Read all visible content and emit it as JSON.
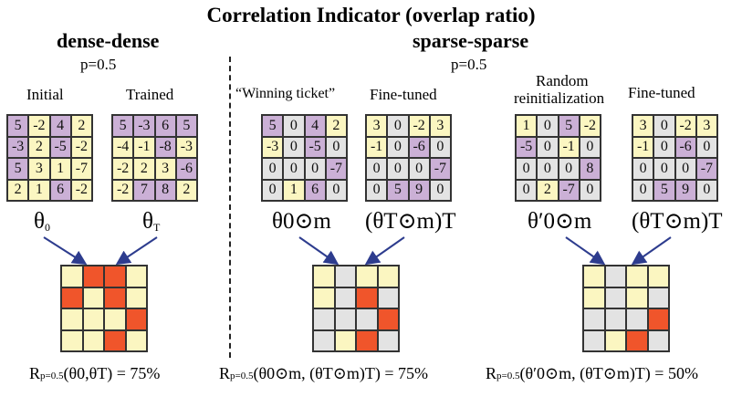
{
  "title": "Correlation Indicator (overlap ratio)",
  "colors": {
    "purple": "#CBB0D6",
    "yellow": "#FBF6C1",
    "gray": "#E3E3E3",
    "orange": "#F0552B",
    "arrow": "#2D3C8E"
  },
  "dense": {
    "heading": "dense-dense",
    "p": "p=0.5",
    "initial": {
      "label": "Initial",
      "values": [
        [
          "5",
          "-2",
          "4",
          "2"
        ],
        [
          "-3",
          "2",
          "-5",
          "-2"
        ],
        [
          "5",
          "3",
          "1",
          "-7"
        ],
        [
          "2",
          "1",
          "6",
          "-2"
        ]
      ],
      "colors": [
        [
          "P",
          "Y",
          "P",
          "Y"
        ],
        [
          "P",
          "Y",
          "P",
          "Y"
        ],
        [
          "P",
          "Y",
          "Y",
          "Y"
        ],
        [
          "Y",
          "Y",
          "P",
          "Y"
        ]
      ]
    },
    "trained": {
      "label": "Trained",
      "values": [
        [
          "5",
          "-3",
          "6",
          "5"
        ],
        [
          "-4",
          "-1",
          "-8",
          "-3"
        ],
        [
          "-2",
          "2",
          "3",
          "-6"
        ],
        [
          "-2",
          "7",
          "8",
          "2"
        ]
      ],
      "colors": [
        [
          "P",
          "P",
          "P",
          "P"
        ],
        [
          "Y",
          "Y",
          "P",
          "Y"
        ],
        [
          "Y",
          "Y",
          "Y",
          "P"
        ],
        [
          "Y",
          "P",
          "P",
          "Y"
        ]
      ]
    },
    "sym_left": "θ",
    "sym_left_sub": "0",
    "sym_right": "θ",
    "sym_right_sub": "T",
    "overlap": [
      [
        "Y",
        "O",
        "O",
        "Y"
      ],
      [
        "O",
        "Y",
        "O",
        "Y"
      ],
      [
        "Y",
        "Y",
        "Y",
        "O"
      ],
      [
        "Y",
        "Y",
        "O",
        "Y"
      ]
    ],
    "formula": "R(θ0,θT) = 75%",
    "formula_R": "R",
    "formula_sub": "p=0.5",
    "formula_args": "(θ0,θT)",
    "formula_eq": " = 75%"
  },
  "sparse": {
    "heading": "sparse-sparse",
    "p": "p=0.5",
    "winning": {
      "label": "“Winning ticket”",
      "values": [
        [
          "5",
          "0",
          "4",
          "2"
        ],
        [
          "-3",
          "0",
          "-5",
          "0"
        ],
        [
          "0",
          "0",
          "0",
          "-7"
        ],
        [
          "0",
          "1",
          "6",
          "0"
        ]
      ],
      "colors": [
        [
          "P",
          "G",
          "P",
          "Y"
        ],
        [
          "Y",
          "G",
          "P",
          "G"
        ],
        [
          "G",
          "G",
          "G",
          "P"
        ],
        [
          "G",
          "Y",
          "P",
          "G"
        ]
      ]
    },
    "finetuned1": {
      "label": "Fine-tuned",
      "values": [
        [
          "3",
          "0",
          "-2",
          "3"
        ],
        [
          "-1",
          "0",
          "-6",
          "0"
        ],
        [
          "0",
          "0",
          "0",
          "-7"
        ],
        [
          "0",
          "5",
          "9",
          "0"
        ]
      ],
      "colors": [
        [
          "Y",
          "G",
          "Y",
          "Y"
        ],
        [
          "Y",
          "G",
          "P",
          "G"
        ],
        [
          "G",
          "G",
          "G",
          "P"
        ],
        [
          "G",
          "P",
          "P",
          "G"
        ]
      ]
    },
    "random": {
      "label_line1": "Random",
      "label_line2": "reinitialization",
      "values": [
        [
          "1",
          "0",
          "5",
          "-2"
        ],
        [
          "-5",
          "0",
          "-1",
          "0"
        ],
        [
          "0",
          "0",
          "0",
          "8"
        ],
        [
          "0",
          "2",
          "-7",
          "0"
        ]
      ],
      "colors": [
        [
          "Y",
          "G",
          "P",
          "Y"
        ],
        [
          "P",
          "G",
          "Y",
          "G"
        ],
        [
          "G",
          "G",
          "G",
          "P"
        ],
        [
          "G",
          "Y",
          "P",
          "G"
        ]
      ]
    },
    "finetuned2": {
      "label": "Fine-tuned",
      "values": [
        [
          "3",
          "0",
          "-2",
          "3"
        ],
        [
          "-1",
          "0",
          "-6",
          "0"
        ],
        [
          "0",
          "0",
          "0",
          "-7"
        ],
        [
          "0",
          "5",
          "9",
          "0"
        ]
      ],
      "colors": [
        [
          "Y",
          "G",
          "Y",
          "Y"
        ],
        [
          "Y",
          "G",
          "P",
          "G"
        ],
        [
          "G",
          "G",
          "G",
          "P"
        ],
        [
          "G",
          "P",
          "P",
          "G"
        ]
      ]
    },
    "sym1": "θ0⊙m",
    "sym2": "(θT⊙m)T",
    "sym3": "θ′0⊙m",
    "sym4": "(θT⊙m)T",
    "overlap1": [
      [
        "Y",
        "G",
        "Y",
        "Y"
      ],
      [
        "Y",
        "G",
        "O",
        "G"
      ],
      [
        "G",
        "G",
        "G",
        "O"
      ],
      [
        "G",
        "Y",
        "O",
        "G"
      ]
    ],
    "overlap2": [
      [
        "Y",
        "G",
        "Y",
        "Y"
      ],
      [
        "Y",
        "G",
        "Y",
        "G"
      ],
      [
        "G",
        "G",
        "G",
        "O"
      ],
      [
        "G",
        "Y",
        "O",
        "G"
      ]
    ],
    "formula1_R": "R",
    "formula1_sub": "p=0.5",
    "formula1_args": "(θ0⊙m, (θT⊙m)T) = 75%",
    "formula2_R": "R",
    "formula2_sub": "p=0.5",
    "formula2_args": "(θ′0⊙m, (θT⊙m)T) = 50%"
  }
}
